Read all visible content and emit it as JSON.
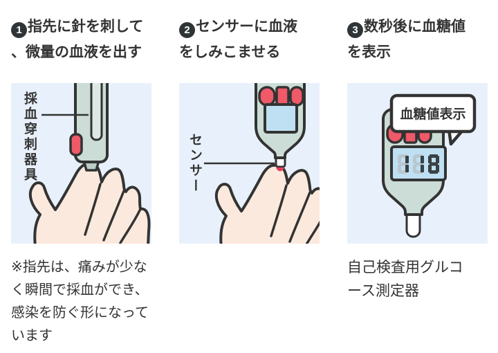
{
  "colors": {
    "panel_bg": "#e8f1fb",
    "outline": "#333333",
    "device_body": "#ccdcd7",
    "device_slot": "#dde8e4",
    "accent_red": "#ef5968",
    "blood_red": "#e8415c",
    "screen_blue": "#bfe0f3",
    "skin": "#fce9dd",
    "strip_white": "#ffffff",
    "segment_dark": "#3a4045",
    "segment_ghost": "#b9c7cf",
    "text": "#333333"
  },
  "steps": [
    {
      "num": "1",
      "title_lines": [
        "指先に針を刺して",
        "、微量の血液を出す"
      ],
      "device_label": "採血穿刺器具"
    },
    {
      "num": "2",
      "title_lines": [
        "センサーに血液",
        "をしみこませる"
      ],
      "device_label": "センサー"
    },
    {
      "num": "3",
      "title_lines": [
        "数秒後に血糖値",
        "を表示"
      ],
      "bubble_label": "血糖値表示",
      "display_value": "118",
      "caption_lines": [
        "自己検査用グルコ",
        "ース測定器"
      ]
    }
  ],
  "note_lines": [
    "※指先は、痛みが少な",
    "く瞬間で採血ができ、",
    "感染を防ぐ形になって",
    "います"
  ]
}
